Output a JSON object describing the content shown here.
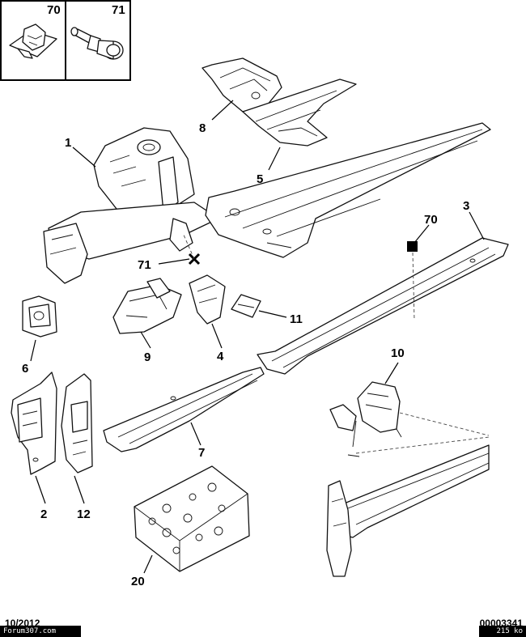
{
  "inset": {
    "labels": [
      "70",
      "71"
    ]
  },
  "callouts": [
    {
      "num": "1"
    },
    {
      "num": "2"
    },
    {
      "num": "3"
    },
    {
      "num": "4"
    },
    {
      "num": "5"
    },
    {
      "num": "6"
    },
    {
      "num": "7"
    },
    {
      "num": "8"
    },
    {
      "num": "9"
    },
    {
      "num": "10"
    },
    {
      "num": "11"
    },
    {
      "num": "12"
    },
    {
      "num": "20"
    },
    {
      "num": "70"
    },
    {
      "num": "71"
    }
  ],
  "footer": {
    "date": "10/2012",
    "site": "Forum307.com",
    "ref": "00003341",
    "size": "215 ko"
  }
}
